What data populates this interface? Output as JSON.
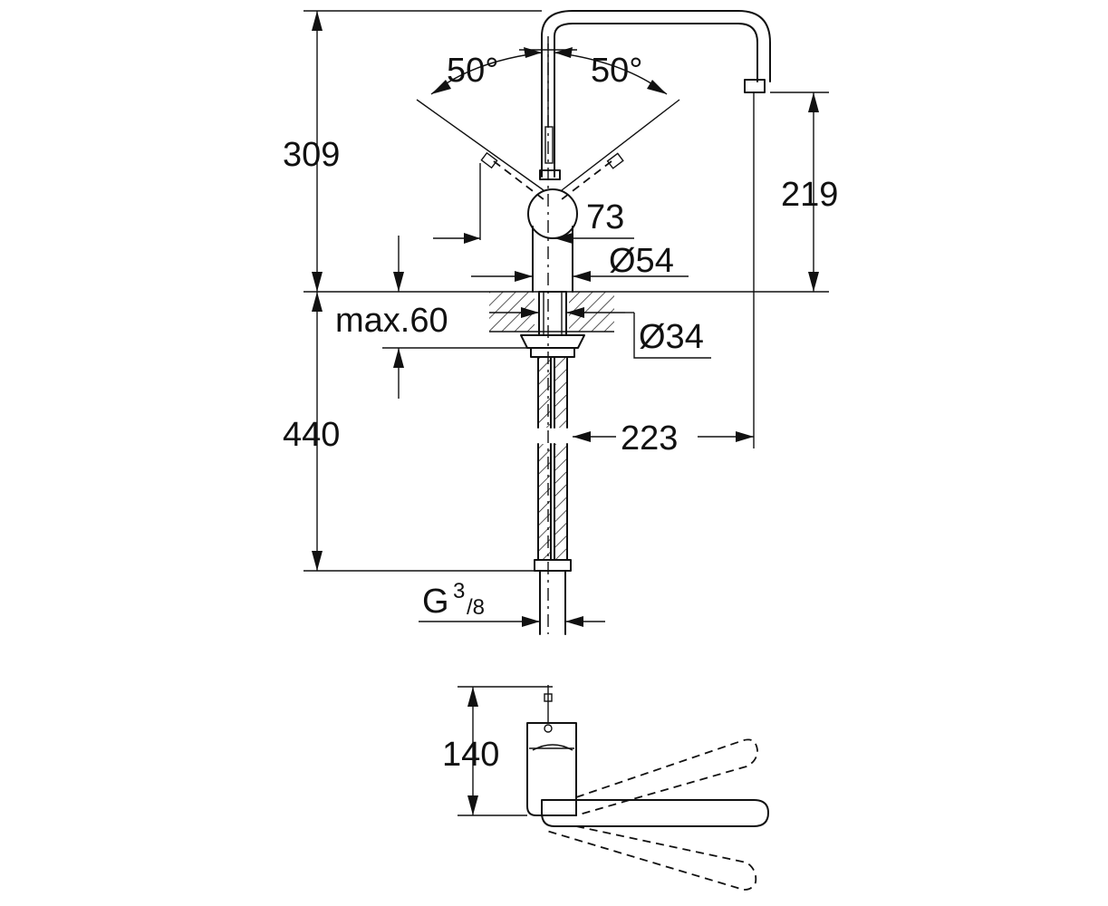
{
  "labels": {
    "angle_left": "50°",
    "angle_right": "50°",
    "height_total": "309",
    "height_spout": "219",
    "lever_size": "73",
    "body_diameter": "Ø54",
    "max_thickness": "max.60",
    "hole_diameter": "Ø34",
    "below_deck": "440",
    "reach": "223",
    "thread_main": "G",
    "thread_num": "3",
    "thread_den": "/8",
    "plan_depth": "140"
  }
}
